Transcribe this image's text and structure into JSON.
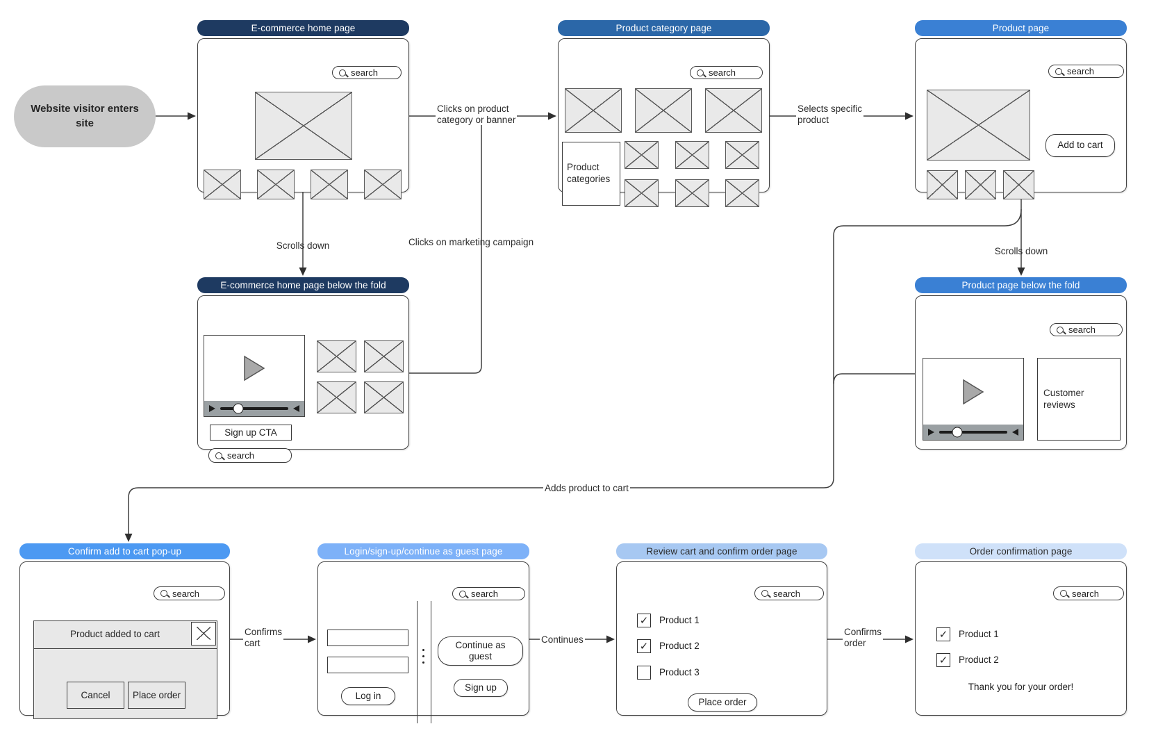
{
  "ui": {
    "search_placeholder": "search"
  },
  "colors": {
    "header_dark": "#1e3a61",
    "header_mid": "#2b67a8",
    "header_bright": "#3a80d4",
    "header_vivid": "#4c99f2",
    "header_soft": "#7db1f8",
    "header_light": "#a7c8f2",
    "header_pale": "#cfe1f9",
    "wire_stroke": "#3f3f3f",
    "placeholder_fill": "#e9e9e9",
    "start_fill": "#c9c9c9"
  },
  "start": {
    "label": "Website visitor enters site"
  },
  "pages": {
    "home": {
      "title": "E-commerce home page"
    },
    "category": {
      "title": "Product category page",
      "categories_label": "Product categories"
    },
    "product": {
      "title": "Product page",
      "add_to_cart": "Add to cart"
    },
    "home_below": {
      "title": "E-commerce home page below the fold",
      "signup_cta": "Sign up CTA"
    },
    "product_below": {
      "title": "Product page below the fold",
      "reviews_label": "Customer reviews"
    },
    "confirm": {
      "title": "Confirm add to cart pop-up",
      "dialog_title": "Product added to cart",
      "cancel": "Cancel",
      "place_order": "Place order"
    },
    "login": {
      "title": "Login/sign-up/continue as guest page",
      "log_in": "Log in",
      "continue_guest": "Continue as guest",
      "sign_up": "Sign up"
    },
    "review": {
      "title": "Review cart and confirm order page",
      "items": [
        {
          "label": "Product 1",
          "check": "✓"
        },
        {
          "label": "Product 2",
          "check": "✓"
        },
        {
          "label": "Product 3",
          "check": ""
        }
      ],
      "place_order": "Place order"
    },
    "order": {
      "title": "Order confirmation page",
      "items": [
        {
          "label": "Product 1",
          "check": "✓"
        },
        {
          "label": "Product 2",
          "check": "✓"
        }
      ],
      "thanks": "Thank you for your order!"
    }
  },
  "connectors": {
    "clicks_category": "Clicks on product\ncategory or banner",
    "scrolls_down_home": "Scrolls down",
    "clicks_marketing": "Clicks on marketing campaign",
    "selects_product": "Selects specific\nproduct",
    "scrolls_down_product": "Scrolls down",
    "adds_to_cart": "Adds product to cart",
    "confirms_cart": "Confirms\ncart",
    "continues": "Continues",
    "confirms_order": "Confirms\norder"
  }
}
